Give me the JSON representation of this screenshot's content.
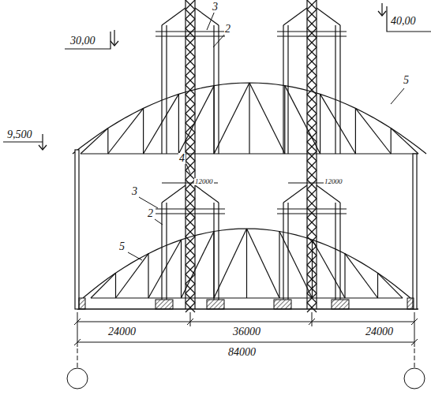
{
  "diagram": {
    "labels": [
      "3",
      "2",
      "30,00",
      "40,00",
      "5",
      "9,500",
      "4",
      "12000",
      "12000",
      "3",
      "2",
      "5",
      "24000",
      "36000",
      "24000",
      "84000"
    ]
  }
}
